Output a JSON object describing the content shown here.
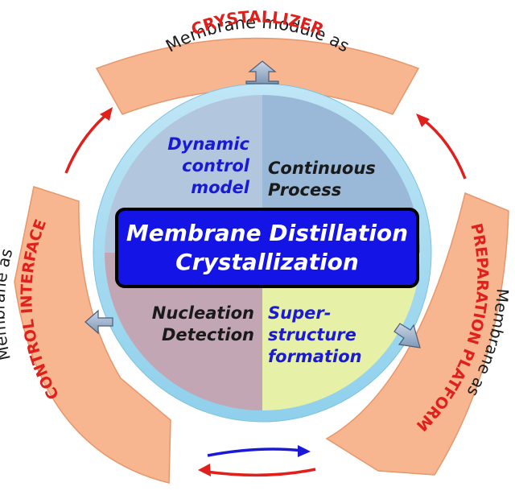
{
  "center": {
    "line1": "Membrane Distillation",
    "line2": "Crystallization"
  },
  "quadrants": {
    "top_left": {
      "lines": [
        "Dynamic",
        "control",
        "model"
      ]
    },
    "top_right": {
      "lines": [
        "Continuous",
        "Process"
      ]
    },
    "bottom_left": {
      "lines": [
        "Nucleation",
        "Detection"
      ]
    },
    "bottom_right": {
      "lines": [
        "Super-",
        "structure",
        "formation"
      ]
    }
  },
  "bands": {
    "top": {
      "line1": "Membrane module as",
      "line2": "CRYSTALLIZER"
    },
    "right": {
      "line1": "Membrane as",
      "line2": "PREPARATION PLATFORM"
    },
    "left": {
      "line1": "Membrane as",
      "line2": "CONTROL INTERFACE"
    }
  },
  "colors": {
    "band_fill": "#f7b68f",
    "band_stroke": "#e8966b",
    "outer_ring": "#a9dcf0",
    "quad_top_left": "#b2c6dd",
    "quad_top_right": "#9ab8d8",
    "quad_bottom_left": "#c2a6b4",
    "quad_bottom_right": "#e6f0a6",
    "center_box": "#1414e6",
    "text_blue": "#1a1ad6",
    "text_dark": "#1a1a1a",
    "text_red": "#e0201c",
    "arrow_red": "#e0201c",
    "arrow_blue": "#1a1ad6"
  }
}
